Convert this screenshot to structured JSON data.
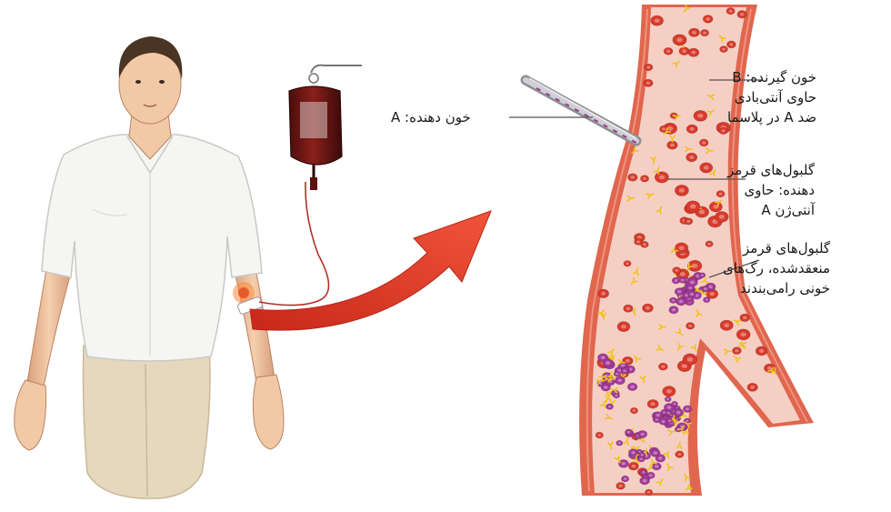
{
  "labels": {
    "donor_blood": "خون دهنده: A",
    "recipient_line1": "خون گیرنده: B",
    "recipient_line2": "حاوی آنتی‌بادی",
    "recipient_line3": "ضد A در پلاسما",
    "donor_rbc_line1": "گلبول‌های قرمز",
    "donor_rbc_line2": "دهنده: حاوی",
    "donor_rbc_line3": "آنتی‌ژن A",
    "agglut_line1": "گلبول‌های قرمز",
    "agglut_line2": "منعقدشده، رگ‌های",
    "agglut_line3": "خونی رامی‌بندند"
  },
  "colors": {
    "vessel_wall": "#e0664e",
    "vessel_interior": "#f6cfc4",
    "rbc": "#d93a2b",
    "clumped_rbc": "#a33a9a",
    "antibody": "#f0c21c",
    "arrow": "#e23b23",
    "shirt": "#f4f4f2",
    "pants": "#e5d8bf",
    "skin": "#f2c9a5",
    "hair": "#4a3424",
    "blood_bag": "#6a1512"
  },
  "icons": [
    "person-figure",
    "blood-bag-icon",
    "needle-icon",
    "arrow-icon",
    "blood-vessel"
  ]
}
